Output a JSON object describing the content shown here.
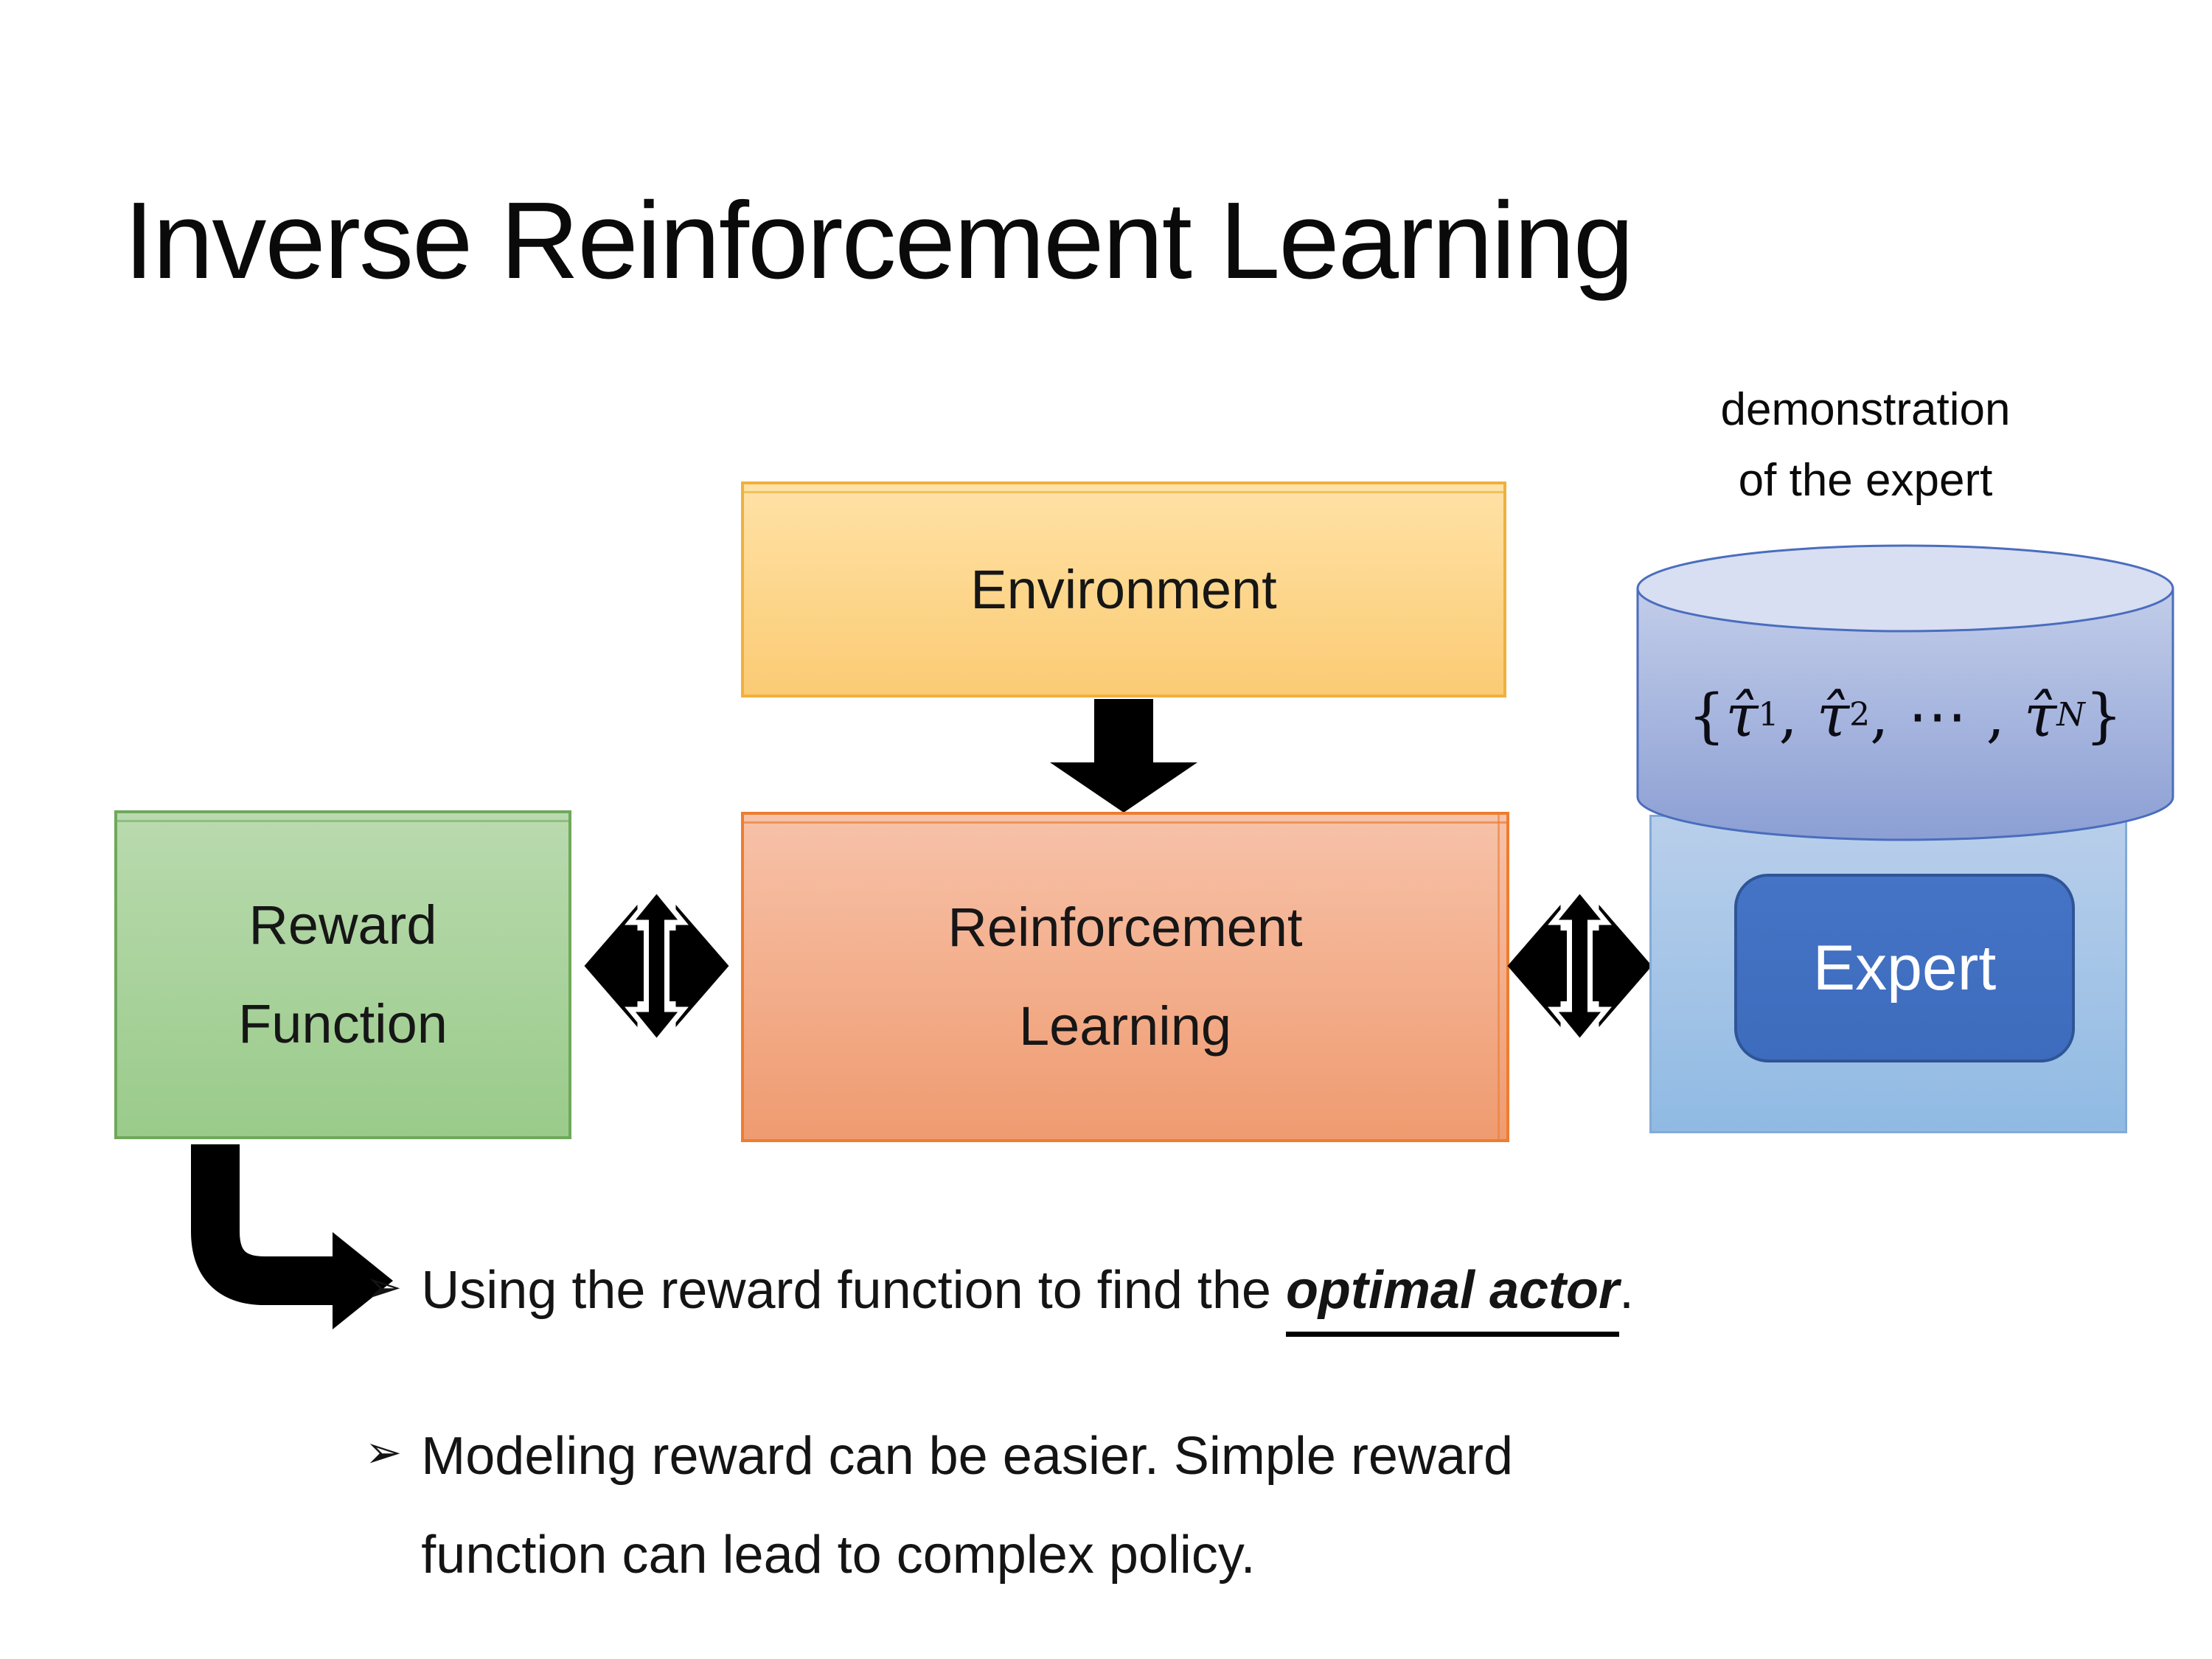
{
  "colors": {
    "page_bg": "#FFFFFF",
    "arrow": "#000000",
    "env_fill_top": "#FFE2A6",
    "env_fill_bottom": "#FBCB74",
    "env_border": "#F0B03C",
    "reward_fill_top": "#B9DAAE",
    "reward_fill_bottom": "#9ACB8B",
    "reward_border": "#6FA85C",
    "rl_fill_top": "#F7C2A9",
    "rl_fill_bottom": "#EF9B70",
    "rl_border": "#ED7D31",
    "cyl_top_fill": "#D8DFF2",
    "cyl_body_top": "#C2CDE9",
    "cyl_body_bottom": "#8C9FD4",
    "cyl_border": "#4A6DBD",
    "demo_box_fill_top": "#B9CFEB",
    "demo_box_fill_bottom": "#90BAE3",
    "demo_box_border": "#83AAD6",
    "expert_fill": "#3D6CBD",
    "expert_border": "#2F5597",
    "expert_text": "#FFFFFF"
  },
  "title": "Inverse Reinforcement Learning",
  "annotation": {
    "line1": "demonstration",
    "line2": "of the expert"
  },
  "environment": {
    "label": "Environment"
  },
  "reward_function": {
    "line1": "Reward",
    "line2": "Function"
  },
  "reinforcement_learning": {
    "line1": "Reinforcement",
    "line2": "Learning"
  },
  "expert": {
    "label": "Expert"
  },
  "demonstrations": {
    "formula": {
      "open": "{",
      "tau1": "τ̂",
      "sub1": "1",
      "comma1": ",",
      "tau2": "τ̂",
      "sub2": "2",
      "comma2": ",",
      "dots": "⋯",
      "comma3": ",",
      "tauN": "τ̂",
      "subN": "N",
      "close": "}"
    }
  },
  "bullets": {
    "b1": {
      "marker": "➢",
      "pre": "Using the reward function to find the ",
      "em": "optimal actor",
      "post": "."
    },
    "b2": {
      "marker": "➢",
      "line1": "Modeling reward can be easier. Simple reward",
      "line2": "function can lead to complex policy."
    }
  }
}
